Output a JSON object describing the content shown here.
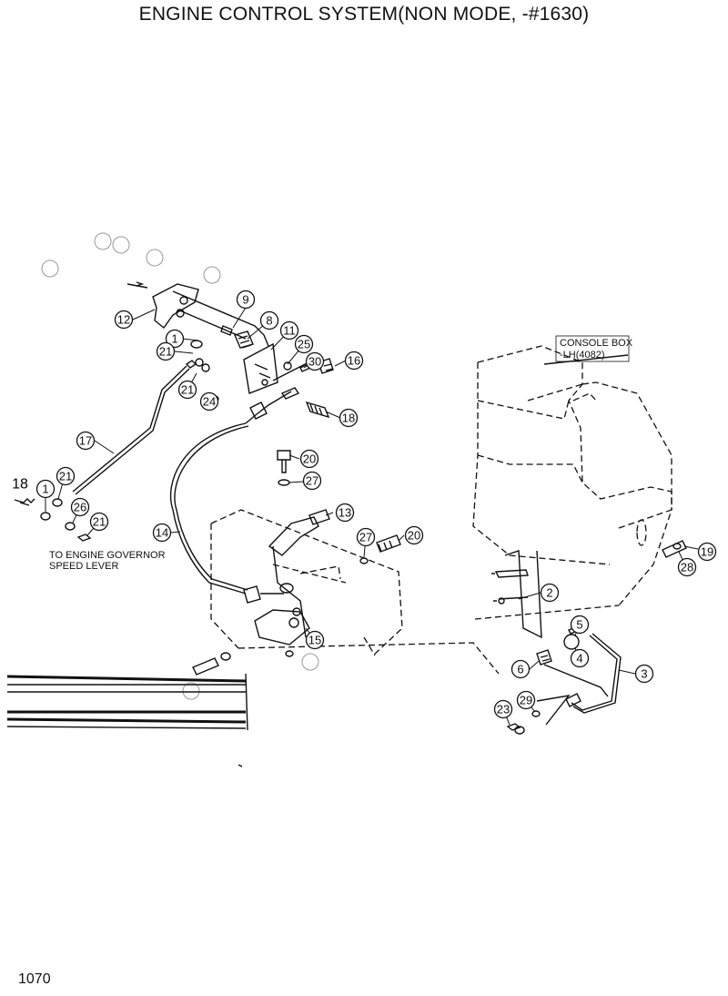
{
  "title": "ENGINE CONTROL SYSTEM(NON MODE, -#1630)",
  "page_number": "1070",
  "notes": {
    "console_box_line1": "CONSOLE BOX",
    "console_box_line2": "-LH(4082)",
    "governor_line1": "TO ENGINE GOVERNOR",
    "governor_line2": "SPEED LEVER",
    "free_label_18": "18"
  },
  "callouts": [
    {
      "id": "12",
      "label": "12"
    },
    {
      "id": "9",
      "label": "9"
    },
    {
      "id": "8",
      "label": "8"
    },
    {
      "id": "1a",
      "label": "1"
    },
    {
      "id": "11",
      "label": "11"
    },
    {
      "id": "25",
      "label": "25"
    },
    {
      "id": "21a",
      "label": "21"
    },
    {
      "id": "30",
      "label": "30"
    },
    {
      "id": "16",
      "label": "16"
    },
    {
      "id": "21b",
      "label": "21"
    },
    {
      "id": "24",
      "label": "24"
    },
    {
      "id": "18",
      "label": "18"
    },
    {
      "id": "17",
      "label": "17"
    },
    {
      "id": "20a",
      "label": "20"
    },
    {
      "id": "27a",
      "label": "27"
    },
    {
      "id": "1b",
      "label": "1"
    },
    {
      "id": "21c",
      "label": "21"
    },
    {
      "id": "13",
      "label": "13"
    },
    {
      "id": "26",
      "label": "26"
    },
    {
      "id": "21d",
      "label": "21"
    },
    {
      "id": "14",
      "label": "14"
    },
    {
      "id": "27b",
      "label": "27"
    },
    {
      "id": "20b",
      "label": "20"
    },
    {
      "id": "19",
      "label": "19"
    },
    {
      "id": "28",
      "label": "28"
    },
    {
      "id": "2",
      "label": "2"
    },
    {
      "id": "15",
      "label": "15"
    },
    {
      "id": "5",
      "label": "5"
    },
    {
      "id": "4",
      "label": "4"
    },
    {
      "id": "6",
      "label": "6"
    },
    {
      "id": "3",
      "label": "3"
    },
    {
      "id": "23",
      "label": "23"
    },
    {
      "id": "29",
      "label": "29"
    }
  ]
}
